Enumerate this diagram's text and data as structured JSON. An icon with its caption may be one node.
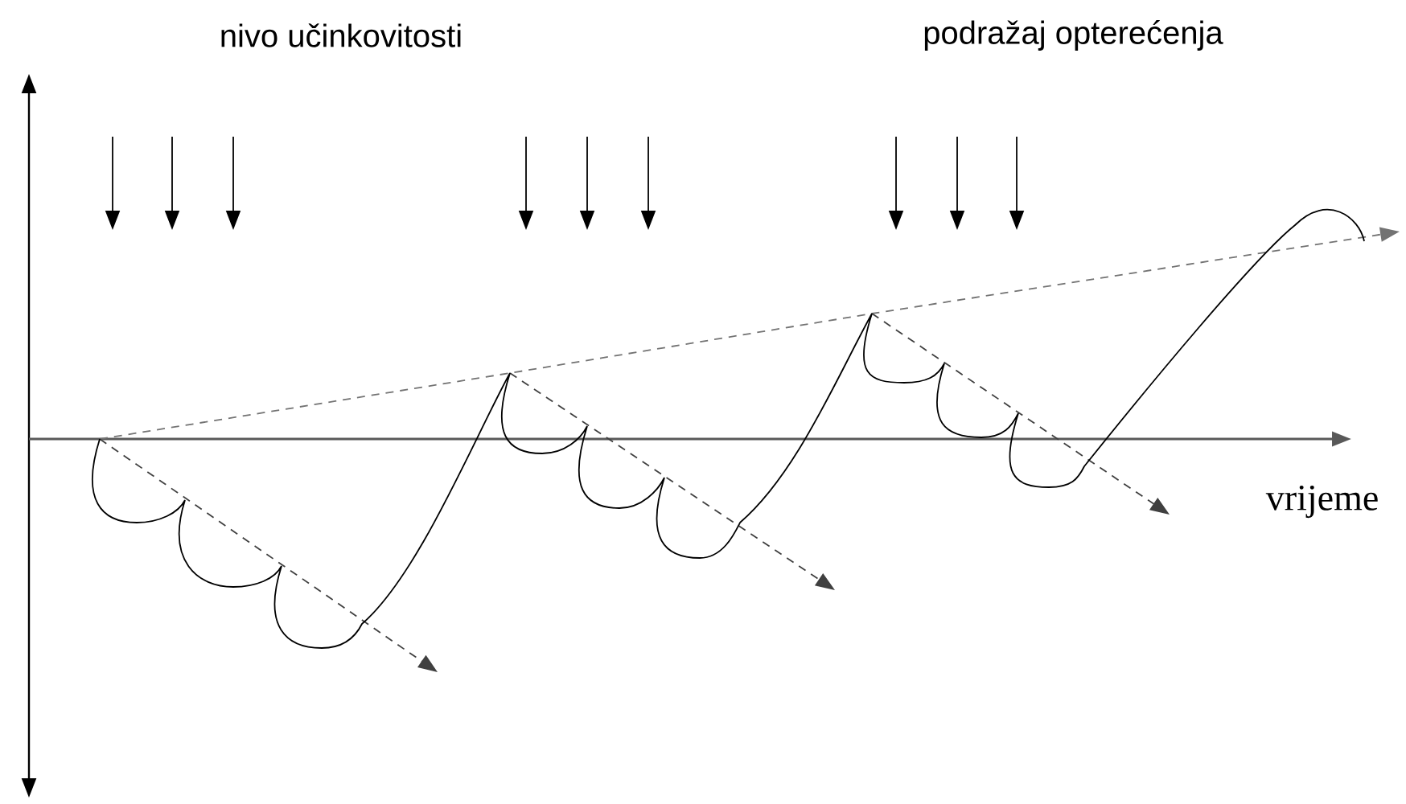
{
  "diagram": {
    "labels": [
      "nivo učinkovitosti",
      "podražaj opterećenja",
      "vrijeme"
    ]
  }
}
